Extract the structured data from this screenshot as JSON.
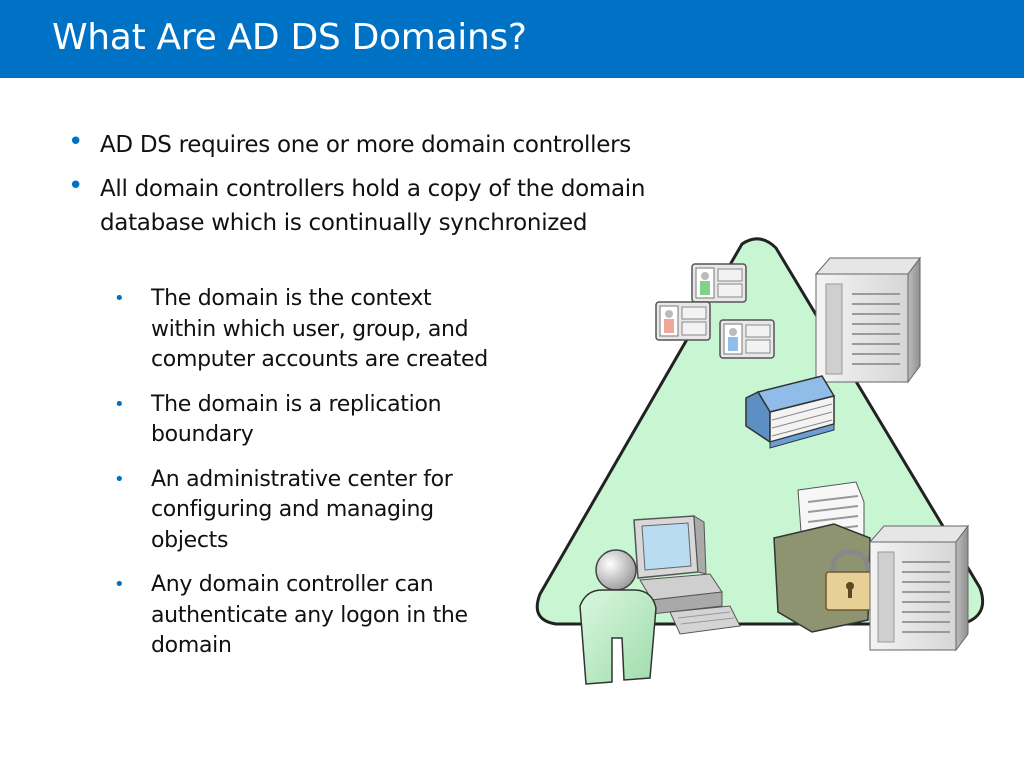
{
  "slide": {
    "title": "What Are AD DS Domains?"
  },
  "bullets": [
    "AD DS requires one or more domain controllers",
    "All domain controllers hold a copy of the domain database which is continually synchronized"
  ],
  "sub_bullets": [
    "The domain is the context within which user, group, and computer accounts are created",
    "The domain is a replication boundary",
    "An administrative center for configuring and managing objects",
    "Any domain controller can authenticate any logon in the domain"
  ],
  "colors": {
    "title_bar": "#0072c6",
    "bullet": "#0072c6",
    "triangle_fill": "#c8f5d2",
    "triangle_stroke": "#222222"
  },
  "icons": [
    "domain-triangle",
    "server-icon",
    "user-accounts-icon",
    "database-binder-icon",
    "workstation-icon",
    "user-icon",
    "locked-folder-icon"
  ]
}
